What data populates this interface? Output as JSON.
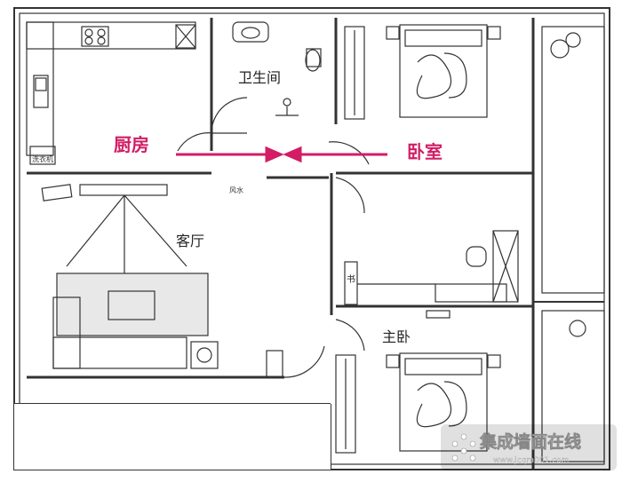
{
  "rooms": {
    "bathroom": "卫生间",
    "living_room": "客厅",
    "master_bedroom": "主卧",
    "book_label": "书"
  },
  "annotations": {
    "kitchen": "厨房",
    "bedroom": "卧室",
    "arrow_color": "#d21d66"
  },
  "small_labels": {
    "kitchen_note": "洗衣机",
    "living_note": "风水"
  },
  "watermark": {
    "brand": "集成墙面在线",
    "url": "www.jcqm001.com"
  }
}
